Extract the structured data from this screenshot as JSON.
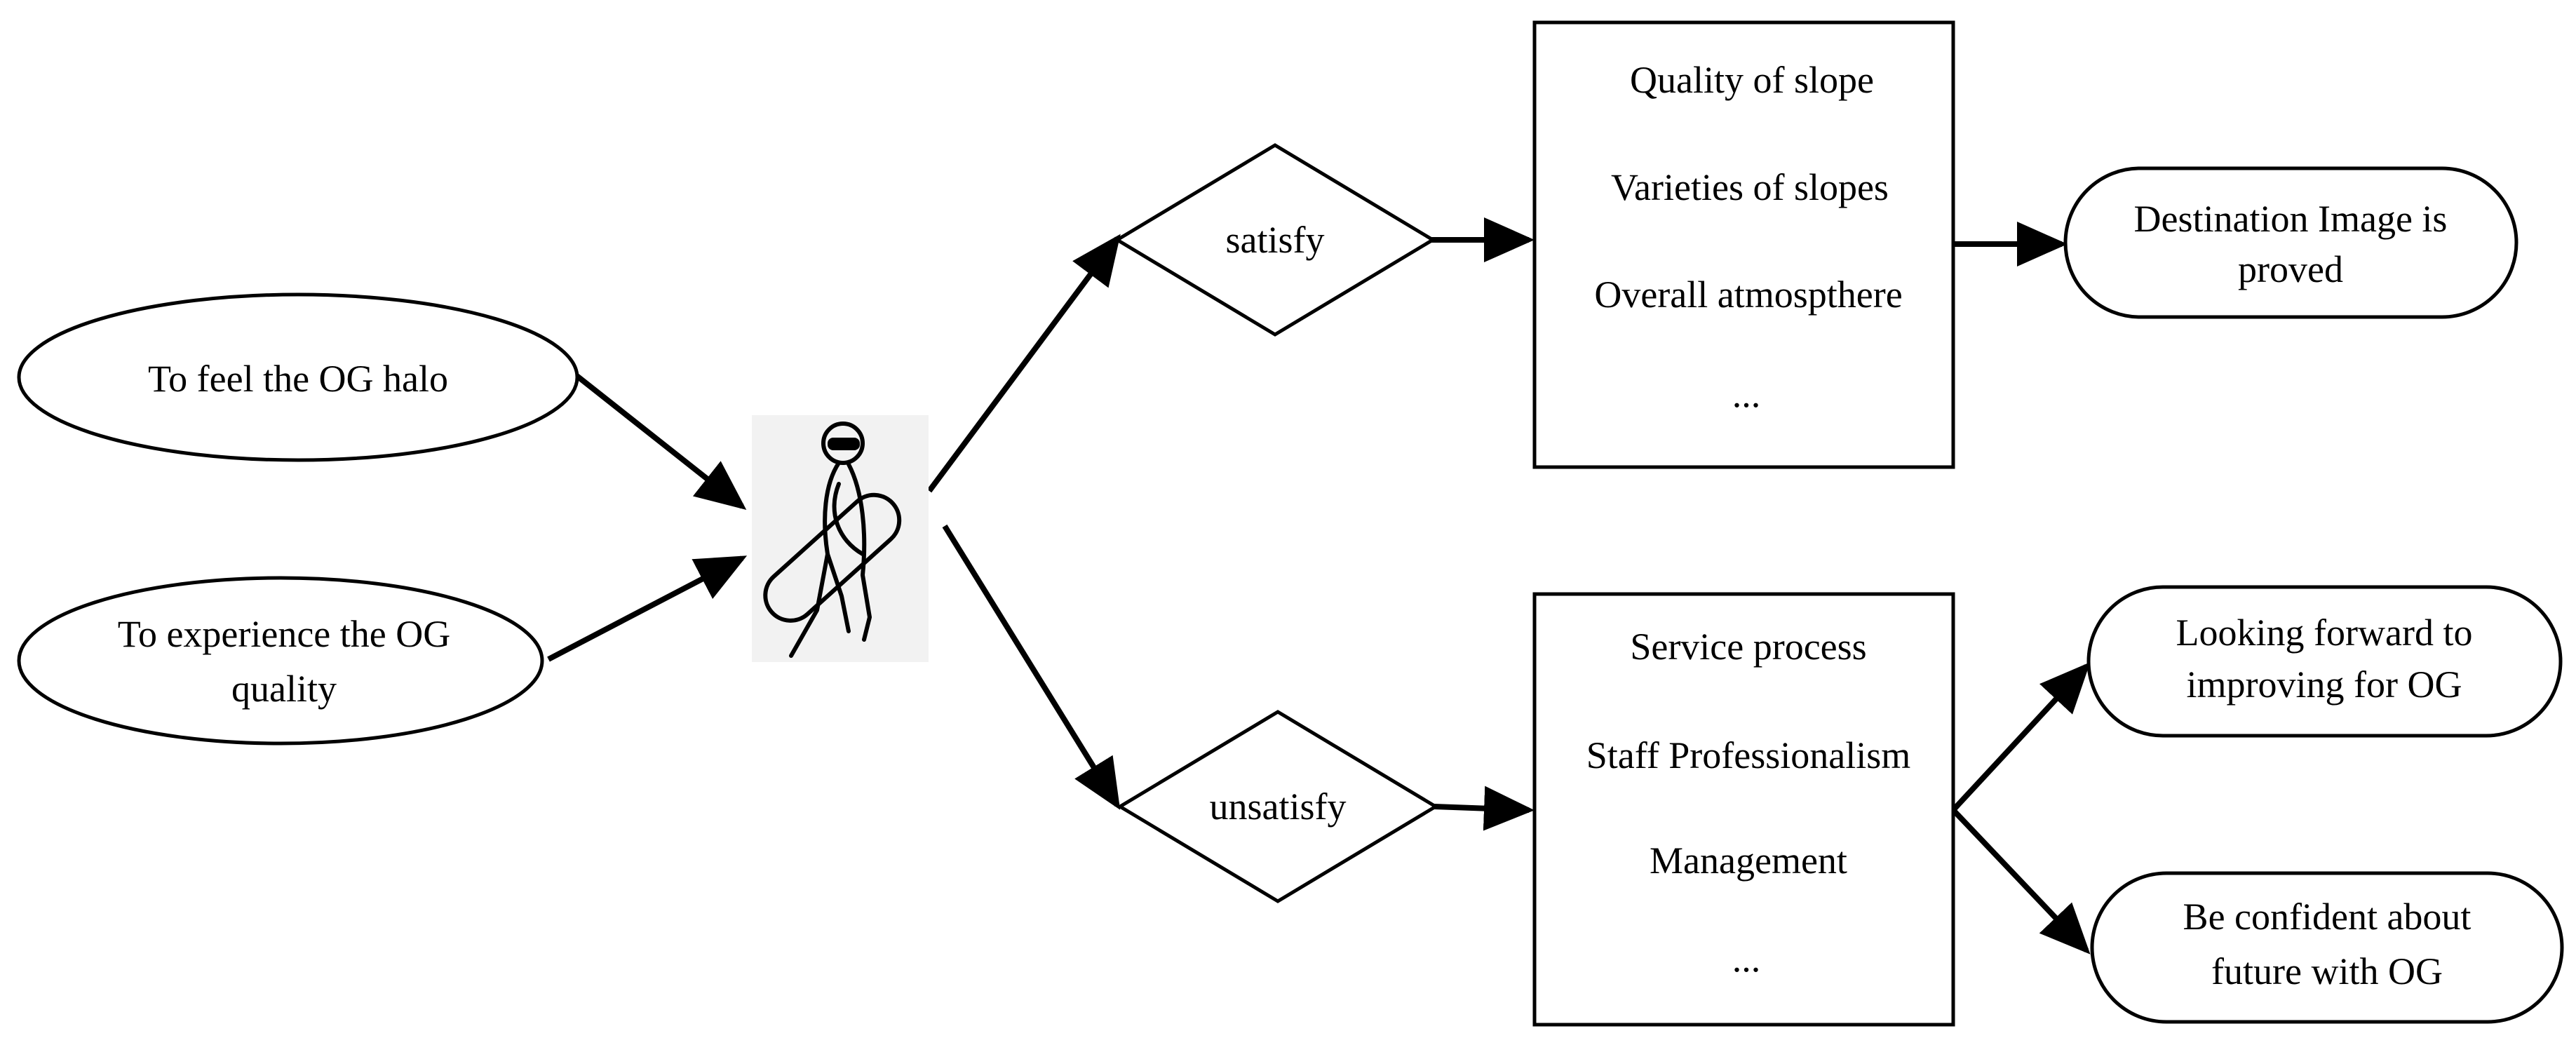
{
  "nodes": {
    "feel_halo": "To feel the OG halo",
    "experience_quality": [
      "To experience  the  OG",
      "quality"
    ],
    "satisfy": "satisfy",
    "unsatisfy": "unsatisfy",
    "satisfy_factors": [
      "Quality of slope",
      "Varieties of slopes",
      "Overall atmospthere",
      "..."
    ],
    "unsatisfy_factors": [
      "Service process",
      "Staff Professionalism",
      "Management",
      "..."
    ],
    "destination_image": [
      "Destination Image is",
      "proved"
    ],
    "looking_forward": [
      "Looking forward to",
      "improving for OG"
    ],
    "be_confident": [
      "Be confident about",
      "future with OG"
    ]
  },
  "icons": {
    "skier": "snowboarder-icon"
  },
  "colors": {
    "stroke": "#000000",
    "background": "#ffffff"
  }
}
